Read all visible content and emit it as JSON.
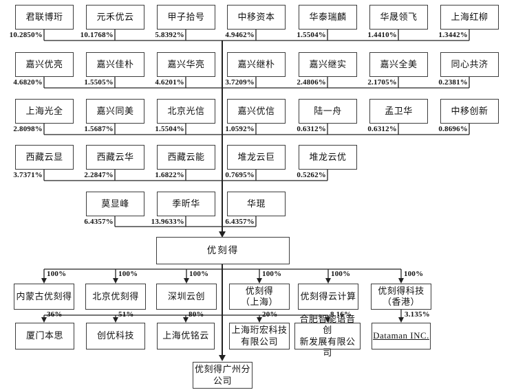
{
  "diagram": {
    "root": {
      "name": "优刻得"
    },
    "branch": {
      "name": "优刻得广州分\n公司"
    },
    "rows": [
      {
        "items": [
          {
            "name": "君联博珩",
            "pct": "10.2850%"
          },
          {
            "name": "元禾优云",
            "pct": "10.1768%"
          },
          {
            "name": "甲子拾号",
            "pct": "5.8392%"
          },
          {
            "name": "中移资本",
            "pct": "4.9462%"
          },
          {
            "name": "华泰瑞麟",
            "pct": "1.5504%"
          },
          {
            "name": "华晟领飞",
            "pct": "1.4410%"
          },
          {
            "name": "上海红柳",
            "pct": "1.3442%"
          }
        ]
      },
      {
        "items": [
          {
            "name": "嘉兴优亮",
            "pct": "4.6820%"
          },
          {
            "name": "嘉兴佳朴",
            "pct": "1.5505%"
          },
          {
            "name": "嘉兴华亮",
            "pct": "4.6201%"
          },
          {
            "name": "嘉兴继朴",
            "pct": "3.7209%"
          },
          {
            "name": "嘉兴继实",
            "pct": "2.4806%"
          },
          {
            "name": "嘉兴全美",
            "pct": "2.1705%"
          },
          {
            "name": "同心共济",
            "pct": "0.2381%"
          }
        ]
      },
      {
        "items": [
          {
            "name": "上海光全",
            "pct": "2.8098%"
          },
          {
            "name": "嘉兴同美",
            "pct": "1.5687%"
          },
          {
            "name": "北京光信",
            "pct": "1.5504%"
          },
          {
            "name": "嘉兴优信",
            "pct": "1.0592%"
          },
          {
            "name": "陆一舟",
            "pct": "0.6312%"
          },
          {
            "name": "孟卫华",
            "pct": "0.6312%"
          },
          {
            "name": "中移创新",
            "pct": "0.8696%"
          }
        ]
      },
      {
        "items": [
          {
            "name": "西藏云显",
            "pct": "3.7371%"
          },
          {
            "name": "西藏云华",
            "pct": "2.2847%"
          },
          {
            "name": "西藏云能",
            "pct": "1.6822%"
          },
          {
            "name": "堆龙云巨",
            "pct": "0.7695%"
          },
          {
            "name": "堆龙云优",
            "pct": "0.5262%"
          }
        ]
      },
      {
        "items": [
          {
            "name": "莫显峰",
            "pct": "6.4357%"
          },
          {
            "name": "季昕华",
            "pct": "13.9633%"
          },
          {
            "name": "华琨",
            "pct": "6.4357%"
          }
        ]
      }
    ],
    "subsidiaries": [
      {
        "name": "内蒙古优刻得",
        "pct": "100%"
      },
      {
        "name": "北京优刻得",
        "pct": "100%"
      },
      {
        "name": "深圳云创",
        "pct": "100%"
      },
      {
        "name": "优刻得\n（上海）",
        "pct": "100%"
      },
      {
        "name": "优刻得云计算",
        "pct": "100%"
      },
      {
        "name": "优刻得科技\n（香港）",
        "pct": "100%"
      }
    ],
    "investments": [
      {
        "name": "厦门本思",
        "pct": "36%"
      },
      {
        "name": "创优科技",
        "pct": "51%"
      },
      {
        "name": "上海优铭云",
        "pct": "80%"
      },
      {
        "name": "上海珩宏科技\n有限公司",
        "pct": "20%"
      },
      {
        "name": "合肥智能语音创\n新发展有限公司",
        "pct": "8.16%"
      }
    ],
    "hk_investment": {
      "name": "Dataman INC.",
      "pct": "3.135%"
    }
  },
  "colors": {
    "line": "#222222",
    "box_border": "#3c3c3c",
    "text": "#111111",
    "background": "#ffffff"
  }
}
